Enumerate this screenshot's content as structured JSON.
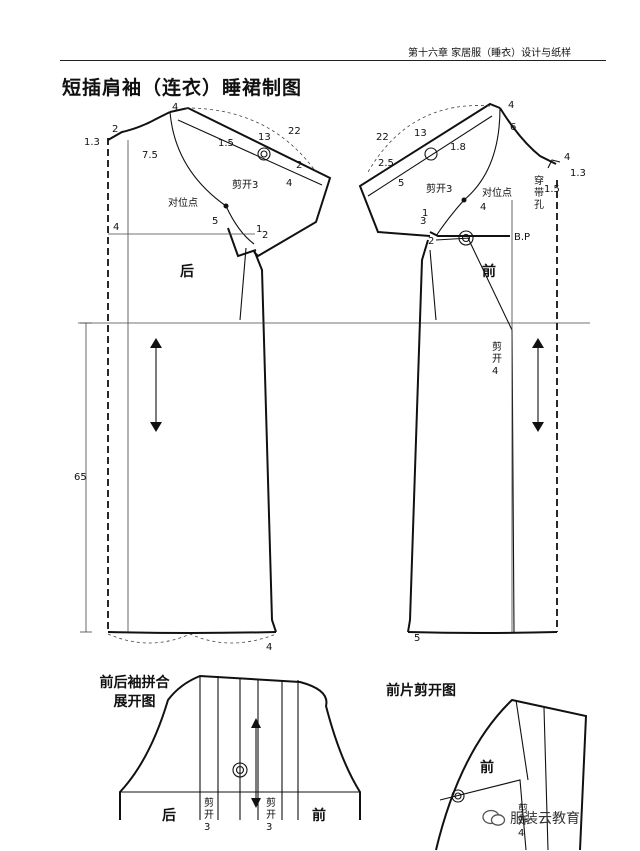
{
  "header": {
    "chapter": "第十六章   家居服（睡衣）设计与纸样"
  },
  "title": "短插肩袖（连衣）睡裙制图",
  "labels": {
    "back": "后",
    "front": "前",
    "notch": "对位点",
    "cut3": "剪开3",
    "cut4": "剪开4",
    "cut3_v": "剪开3",
    "belt_hole": "穿带孔",
    "bp": "B.P",
    "len": "65",
    "hem_back": "4",
    "hem_front": "5"
  },
  "numbers": {
    "n1_3a": "1.3",
    "n2a": "2",
    "n7_5": "7.5",
    "n4a": "4",
    "n1_5a": "1.5",
    "n13a": "13",
    "n22a": "22",
    "n2b": "2",
    "n4b": "4",
    "n4c": "4",
    "n5a": "5",
    "n1a": "1",
    "n2c": "2",
    "n22b": "22",
    "n13b": "13",
    "n2_5": "2.5",
    "n1_8": "1.8",
    "n5b": "5",
    "n4d": "4",
    "n6": "6",
    "n4e": "4",
    "n1_3b": "1.3",
    "n1_5b": "1.5",
    "n4f": "4",
    "n3": "3",
    "n2d": "2",
    "n1b": "1"
  },
  "sub1": {
    "title_line1": "前后袖拼合",
    "title_line2": "展开图",
    "back": "后",
    "front": "前"
  },
  "sub2": {
    "title": "前片剪开图",
    "front": "前"
  },
  "watermark": {
    "text": "服装云教育",
    "icon": "wechat-icon"
  }
}
